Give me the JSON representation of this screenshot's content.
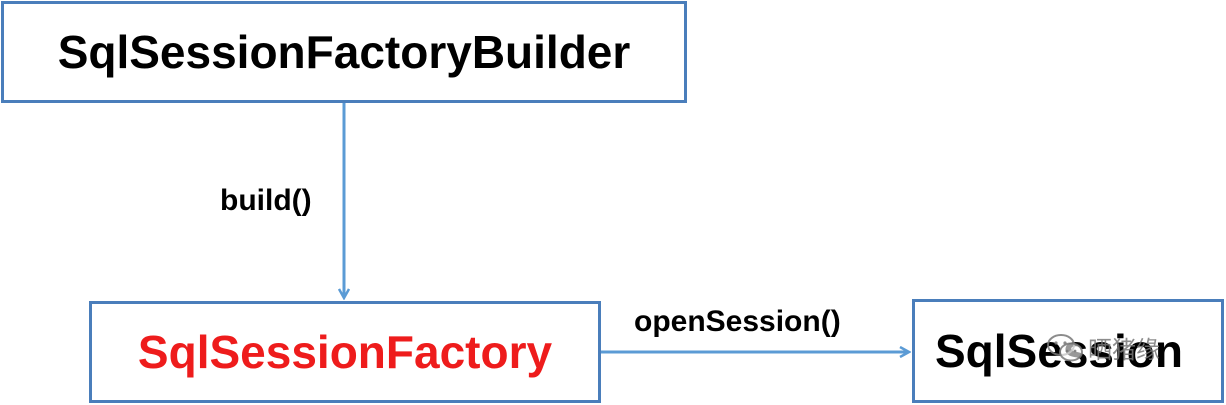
{
  "nodes": {
    "builder": {
      "label": "SqlSessionFactoryBuilder"
    },
    "factory": {
      "label": "SqlSessionFactory",
      "color": "#ee1c1c"
    },
    "session": {
      "label": "SqlSession"
    }
  },
  "edges": [
    {
      "from": "builder",
      "to": "factory",
      "label": "build()"
    },
    {
      "from": "factory",
      "to": "session",
      "label": "openSession()"
    }
  ],
  "watermark": {
    "text": "晒猪缘",
    "icon": "wechat-icon"
  },
  "colors": {
    "border": "#4a7ebb",
    "arrow": "#5b9bd5",
    "highlight": "#ee1c1c"
  }
}
